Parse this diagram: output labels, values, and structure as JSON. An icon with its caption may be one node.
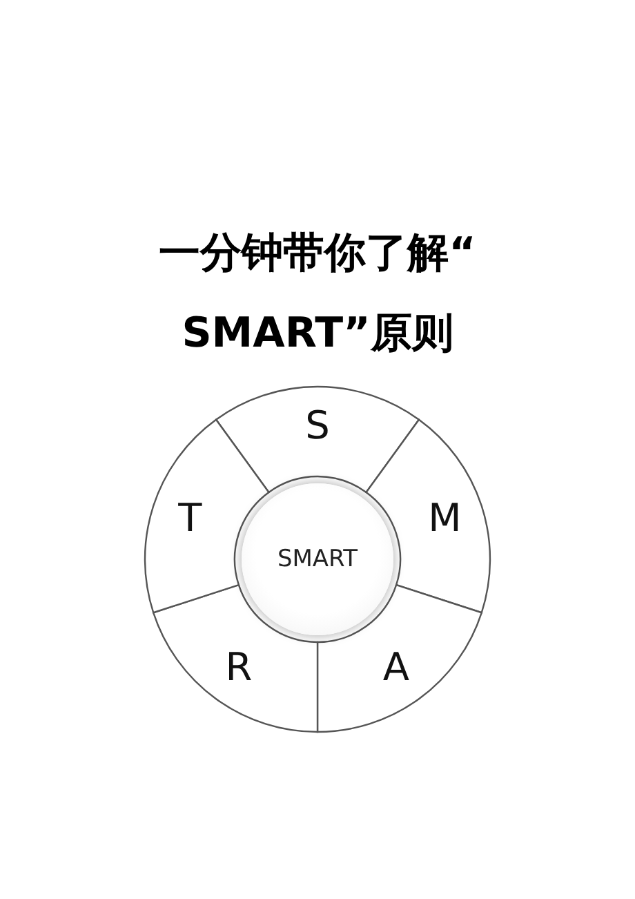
{
  "diagram": {
    "title": "一分钟带你了解“SMART”原则",
    "nodes": [
      {
        "text": [
          "SMART"
        ]
      },
      {
        "text": [
          "S"
        ]
      },
      {
        "text": [
          "M"
        ]
      },
      {
        "text": [
          "A"
        ]
      },
      {
        "text": [
          "R"
        ]
      },
      {
        "text": [
          "T"
        ]
      }
    ]
  }
}
